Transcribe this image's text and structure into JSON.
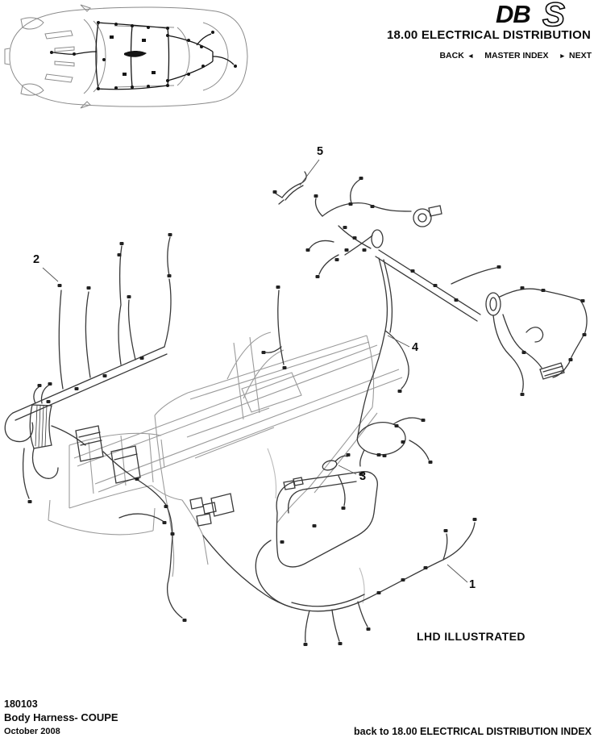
{
  "header": {
    "logo": {
      "db": "DB",
      "s": "S"
    },
    "title": "18.00 ELECTRICAL DISTRIBUTION",
    "nav": {
      "back_label": "BACK",
      "back_arrow": "◄",
      "master_index_label": "MASTER INDEX",
      "next_arrow": "►",
      "next_label": "NEXT"
    }
  },
  "diagram": {
    "callouts": [
      {
        "label": "1"
      },
      {
        "label": "2"
      },
      {
        "label": "3"
      },
      {
        "label": "4"
      },
      {
        "label": "5"
      }
    ],
    "note": "LHD ILLUSTRATED"
  },
  "footer": {
    "drawing_number": "180103",
    "title": "Body Harness- COUPE",
    "date": "October 2008",
    "back_link": "back to 18.00 ELECTRICAL DISTRIBUTION INDEX"
  }
}
